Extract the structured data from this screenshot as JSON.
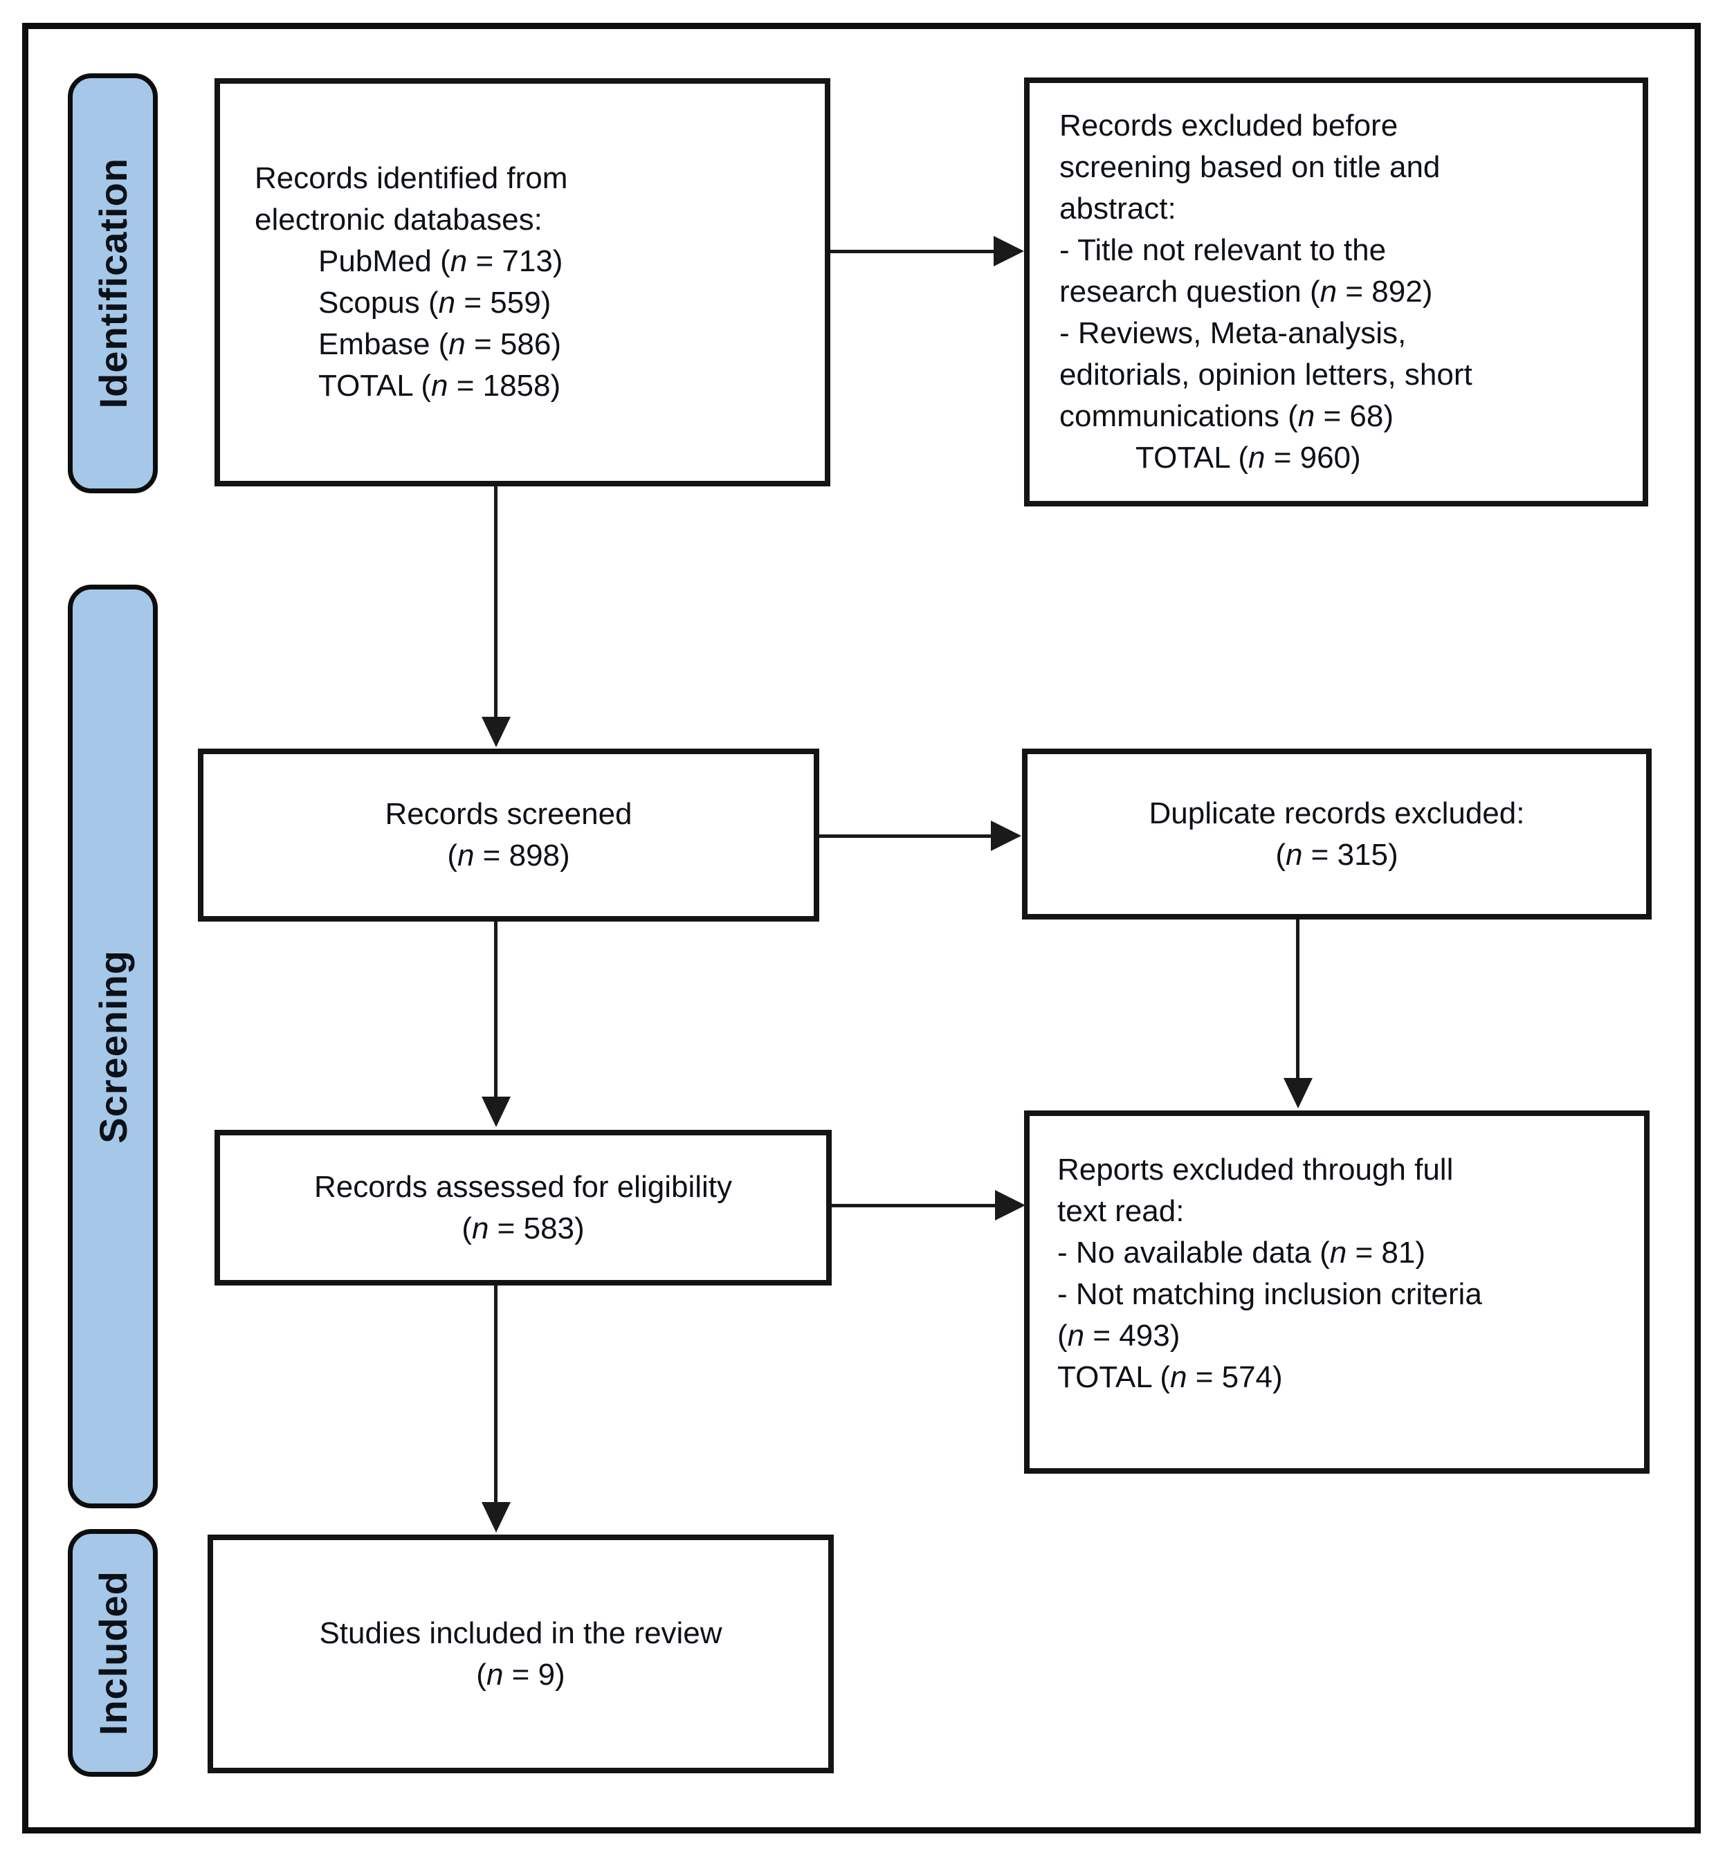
{
  "stages": {
    "identification": "Identification",
    "screening": "Screening",
    "included": "Included"
  },
  "boxes": {
    "identified": {
      "lines": [
        "Records identified from",
        "electronic databases:",
        "PubMed (n = 713)",
        "Scopus (n = 559)",
        "Embase (n = 586)",
        "TOTAL (n = 1858)"
      ]
    },
    "excluded_before_screening": {
      "lines": [
        "Records excluded before",
        "screening based on title and",
        "abstract:",
        "- Title not relevant to the",
        "research question (n = 892)",
        "- Reviews, Meta-analysis,",
        "editorials, opinion letters, short",
        "communications (n = 68)",
        "TOTAL (n = 960)"
      ]
    },
    "screened": {
      "lines": [
        "Records screened",
        "(n = 898)"
      ]
    },
    "duplicates_excluded": {
      "lines": [
        "Duplicate records excluded:",
        "(n = 315)"
      ]
    },
    "assessed": {
      "lines": [
        "Records assessed for eligibility",
        "(n = 583)"
      ]
    },
    "fulltext_excluded": {
      "lines": [
        "Reports excluded through full",
        "text read:",
        "- No available data (n = 81)",
        "- Not matching inclusion criteria",
        "(n = 493)",
        "TOTAL (n = 574)"
      ]
    },
    "included_studies": {
      "lines": [
        "Studies included in the review",
        "(n = 9)"
      ]
    }
  },
  "colors": {
    "stage_fill": "#a5c8e9",
    "border": "#0d0d0d",
    "text": "#0d1117",
    "background": "#ffffff"
  }
}
